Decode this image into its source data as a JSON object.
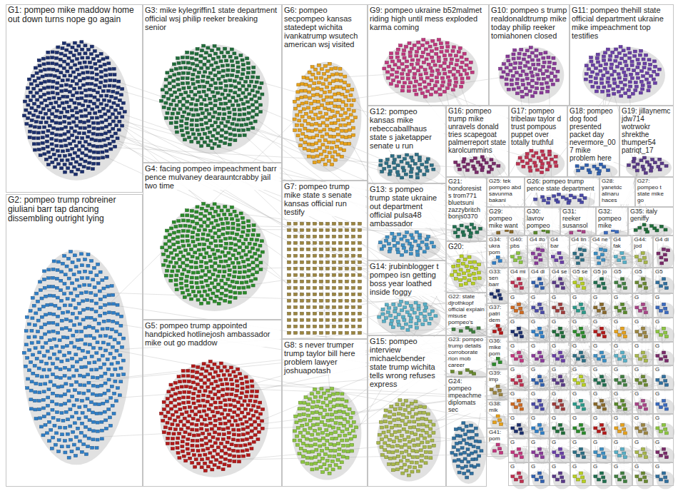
{
  "diagram": {
    "nodes": [
      {
        "text": [
          "G1: pompeo mike maddow home out down turns nope go again"
        ]
      },
      {
        "text": [
          "G2: pompeo trump robreiner giuliani barr tap dancing dissembling outright lying"
        ]
      },
      {
        "text": [
          "G3: mike kylegriffin1 state department official wsj philip reeker breaking senior"
        ]
      },
      {
        "text": [
          "G4: facing pompeo impeachment barr pence mulvaney dearauntcrabby jail two time"
        ]
      },
      {
        "text": [
          "G5: pompeo trump appointed handpicked hotlinejosh ambassador mike out go maddow"
        ]
      },
      {
        "text": [
          "G6: pompeo secpompeo kansas statedept wichita ivankatrump wsutech american wsj visited"
        ]
      },
      {
        "text": [
          "G7: pompeo trump mike state s senate kansas official run testify"
        ]
      },
      {
        "text": [
          "G8: s never trumper trump taylor bill here problem lawyer joshuapotash"
        ]
      },
      {
        "text": [
          "G9: pompeo ukraine b52malmet riding high until mess exploded karma coming"
        ]
      },
      {
        "text": [
          "G10: pompeo s trump realdonaldtrump mike today philip reeker tomiahonen closed"
        ]
      },
      {
        "text": [
          "G11: pompeo thehill state official department ukraine mike impeachment top testifies"
        ]
      },
      {
        "text": [
          "G12: pompeo kansas mike rebeccaballhaus state s jaketapper senate u run"
        ]
      },
      {
        "text": [
          "G13: s pompeo trump state ukraine out department official pulsa48 ambassador"
        ]
      },
      {
        "text": [
          "G14: jrubinblogger t pompeo isn getting boss year loathed inside foggy"
        ]
      },
      {
        "text": [
          "G15: pompeo interview michaelcbender state trump wichita tells wrong refuses express"
        ]
      },
      {
        "text": [
          "G16: pompeo trump mike unravels donald tries scapegoat palmerreport state karolcummins"
        ]
      },
      {
        "text": [
          "G17: pompeo tribelaw taylor d trust pompous puppet over totally truthful"
        ]
      },
      {
        "text": [
          "G18: pompeo dog food presented packet day nevermore_007 mike problem here"
        ]
      },
      {
        "text": [
          "G19: jillaynemc jdw714 wotrwokr shrekthe thumper54 patriqt_17"
        ]
      },
      {
        "text": [
          "G20:"
        ]
      },
      {
        "text": [
          "G21: hondoresists trom771 bluetsuni zazzybritch bonjs0370"
        ]
      },
      {
        "text": [
          "G22: state djrothkopf official explain misuse pompeo's"
        ]
      },
      {
        "text": [
          "G23: pompeo trump details corroborate rion mob career"
        ]
      },
      {
        "text": [
          "G24: pompeo impeachme diplomats sec"
        ]
      },
      {
        "text": [
          "G25: tek pompeo abd savunma bakani"
        ]
      },
      {
        "text": [
          "G26: pompeo trump pence state department"
        ]
      },
      {
        "text": [
          "G27: pompeo t state mike go"
        ]
      },
      {
        "text": [
          "G28: yanetdc alinaru haces"
        ]
      },
      {
        "text": [
          "G29: pompeo mike want"
        ]
      },
      {
        "text": [
          "G30: lavrov pompeo"
        ]
      },
      {
        "text": [
          "G31: reeker susansol"
        ]
      },
      {
        "text": [
          "G32: pompeo mike"
        ]
      },
      {
        "text": [
          "G33: sen barr"
        ]
      },
      {
        "text": [
          "G34: ukra pom"
        ]
      },
      {
        "text": [
          "G35: italy geniffy"
        ]
      },
      {
        "text": [
          "G36: mike pom"
        ]
      },
      {
        "text": [
          "G37: patri dem"
        ]
      },
      {
        "text": [
          "G38: mik"
        ]
      },
      {
        "text": [
          "G39: imp"
        ]
      },
      {
        "text": [
          "G40: pbs"
        ]
      },
      {
        "text": [
          "G41: pom"
        ]
      },
      {
        "text": [
          "G4 #o"
        ]
      },
      {
        "text": [
          "G4 bar"
        ]
      },
      {
        "text": [
          "G4 lin"
        ]
      },
      {
        "text": [
          "G4 ne"
        ]
      },
      {
        "text": [
          "G4 fak"
        ]
      },
      {
        "text": [
          "G44: jod"
        ]
      },
      {
        "text": [
          "G4 di"
        ]
      },
      {
        "text": [
          "G4 mi"
        ]
      },
      {
        "text": [
          "G4 di"
        ]
      },
      {
        "text": [
          "G4 se"
        ]
      },
      {
        "text": [
          "G5 se"
        ]
      },
      {
        "text": [
          "G5 jo"
        ]
      },
      {
        "text": [
          "G5"
        ]
      },
      {
        "text": [
          "G5"
        ]
      },
      {
        "text": [
          "G5"
        ]
      },
      {
        "text": [
          "G"
        ]
      },
      {
        "text": [
          "G"
        ]
      },
      {
        "text": [
          "G"
        ]
      },
      {
        "text": [
          "G"
        ]
      },
      {
        "text": [
          "G"
        ]
      },
      {
        "text": [
          "G"
        ]
      },
      {
        "text": [
          "G"
        ]
      },
      {
        "text": [
          "G"
        ]
      },
      {
        "text": [
          "G"
        ]
      },
      {
        "text": [
          "G"
        ]
      },
      {
        "text": [
          "G"
        ]
      },
      {
        "text": [
          "G"
        ]
      },
      {
        "text": [
          "G"
        ]
      },
      {
        "text": [
          "G"
        ]
      },
      {
        "text": [
          "G"
        ]
      },
      {
        "text": [
          "G"
        ]
      },
      {
        "text": [
          "G"
        ]
      },
      {
        "text": [
          "G"
        ]
      },
      {
        "text": [
          "G"
        ]
      },
      {
        "text": [
          "G"
        ]
      },
      {
        "text": [
          "G"
        ]
      },
      {
        "text": [
          "G"
        ]
      },
      {
        "text": [
          "G"
        ]
      },
      {
        "text": [
          "G"
        ]
      },
      {
        "text": [
          "G"
        ]
      },
      {
        "text": [
          "G"
        ]
      },
      {
        "text": [
          "G"
        ]
      },
      {
        "text": [
          "G"
        ]
      },
      {
        "text": [
          "G"
        ]
      },
      {
        "text": [
          "G"
        ]
      },
      {
        "text": [
          "G"
        ]
      },
      {
        "text": [
          "G"
        ]
      },
      {
        "text": [
          "G"
        ]
      },
      {
        "text": [
          "G"
        ]
      },
      {
        "text": [
          "G"
        ]
      },
      {
        "text": [
          "G"
        ]
      },
      {
        "text": [
          "G"
        ]
      },
      {
        "text": [
          "G"
        ]
      },
      {
        "text": [
          "G"
        ]
      },
      {
        "text": [
          "G"
        ]
      },
      {
        "text": [
          "G"
        ]
      },
      {
        "text": [
          "G"
        ]
      },
      {
        "text": [
          "G"
        ]
      },
      {
        "text": [
          "G"
        ]
      },
      {
        "text": [
          "G"
        ]
      },
      {
        "text": [
          "G"
        ]
      },
      {
        "text": [
          "G"
        ]
      },
      {
        "text": [
          "G"
        ]
      },
      {
        "text": [
          "G"
        ]
      },
      {
        "text": [
          "G"
        ]
      },
      {
        "text": [
          "G"
        ]
      },
      {
        "text": [
          "G"
        ]
      },
      {
        "text": [
          "G"
        ]
      },
      {
        "text": [
          "G"
        ]
      },
      {
        "text": [
          "G"
        ]
      },
      {
        "text": [
          "G"
        ]
      },
      {
        "text": [
          "G"
        ]
      },
      {
        "text": [
          "G"
        ]
      },
      {
        "text": [
          "G"
        ]
      },
      {
        "text": [
          "G"
        ]
      },
      {
        "text": [
          "G"
        ]
      },
      {
        "text": [
          "G"
        ]
      },
      {
        "text": [
          "G"
        ]
      },
      {
        "text": [
          "G"
        ]
      }
    ]
  }
}
